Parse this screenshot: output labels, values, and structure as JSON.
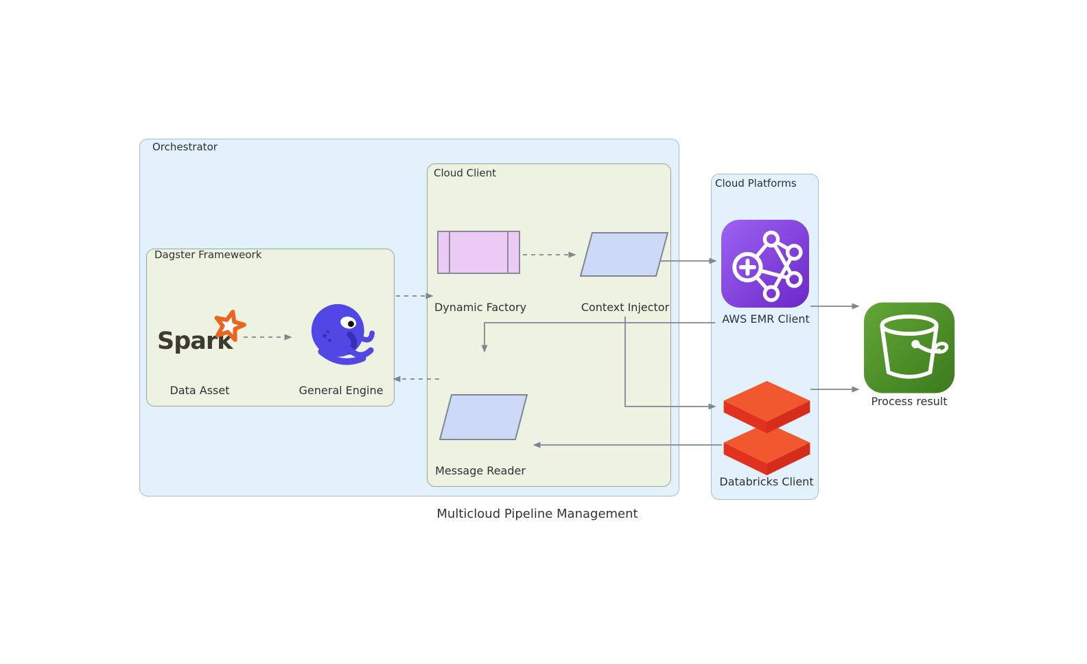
{
  "title": "Multicloud Pipeline Management",
  "containers": {
    "orchestrator": {
      "label": "Orchestrator"
    },
    "dagster_framework": {
      "label": "Dagster Frameweork"
    },
    "cloud_client": {
      "label": "Cloud Client"
    },
    "cloud_platforms": {
      "label": "Cloud Platforms"
    }
  },
  "nodes": {
    "data_asset": {
      "label": "Data Asset",
      "wordmark": "Spark",
      "icon": "spark-logo"
    },
    "general_engine": {
      "label": "General Engine",
      "icon": "octopus-icon"
    },
    "dynamic_factory": {
      "label": "Dynamic Factory",
      "shape": "subroutine"
    },
    "context_injector": {
      "label": "Context Injector",
      "shape": "parallelogram"
    },
    "message_reader": {
      "label": "Message Reader",
      "shape": "parallelogram"
    },
    "aws_emr_client": {
      "label": "AWS EMR Client",
      "icon": "aws-emr-icon"
    },
    "databricks_client": {
      "label": "Databricks Client",
      "icon": "databricks-icon"
    },
    "process_result": {
      "label": "Process result",
      "icon": "s3-bucket-icon"
    }
  },
  "edges": [
    {
      "from": "data_asset",
      "to": "general_engine",
      "style": "dashed"
    },
    {
      "from": "dagster_framework",
      "to": "cloud_client",
      "style": "dashed"
    },
    {
      "from": "cloud_client",
      "to": "dagster_framework",
      "style": "dashed"
    },
    {
      "from": "dynamic_factory",
      "to": "context_injector",
      "style": "dashed"
    },
    {
      "from": "context_injector",
      "to": "aws_emr_client",
      "style": "solid"
    },
    {
      "from": "context_injector",
      "to": "databricks_client",
      "style": "solid"
    },
    {
      "from": "aws_emr_client",
      "to": "message_reader",
      "style": "solid"
    },
    {
      "from": "databricks_client",
      "to": "message_reader",
      "style": "solid"
    },
    {
      "from": "aws_emr_client",
      "to": "process_result",
      "style": "solid"
    },
    {
      "from": "databricks_client",
      "to": "process_result",
      "style": "solid"
    }
  ],
  "colors": {
    "container_blue": "#e2f1fb",
    "group_sage": "#edf2e1",
    "subroutine_pink": "#eccaf6",
    "parallelogram_blue": "#ccd9f7",
    "edge_gray": "#7b8794",
    "emr_purple_top": "#9d62f2",
    "emr_purple_bottom": "#6b28c9",
    "databricks_orange": "#f2582f",
    "databricks_red": "#e0321f",
    "s3_green_top": "#63a637",
    "s3_green_bottom": "#3c7a1c",
    "spark_orange": "#e8661f",
    "octopus_indigo": "#5047e5"
  }
}
